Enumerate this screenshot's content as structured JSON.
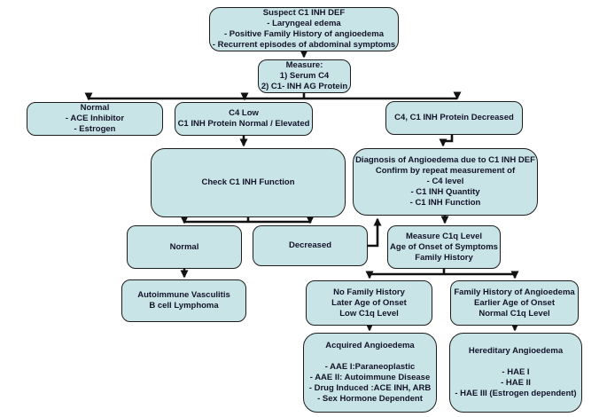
{
  "colors": {
    "node_fill": "#c9e4e6",
    "node_border": "#1c1c1c",
    "text": "#13132a",
    "connector": "#121212",
    "background": "#ffffff"
  },
  "nodes": {
    "suspect": {
      "lines": [
        "Suspect C1 INH DEF",
        "- Laryngeal edema",
        "- Positive Family History of angioedema",
        "- Recurrent episodes of abdominal symptoms"
      ]
    },
    "measure": {
      "lines": [
        "Measure:",
        "1) Serum C4",
        "2) C1- INH AG Protein"
      ]
    },
    "normal_cause": {
      "lines": [
        "Normal",
        "- ACE Inhibitor",
        "- Estrogen"
      ]
    },
    "c4_low": {
      "lines": [
        "C4 Low",
        "C1 INH Protein Normal / Elevated"
      ]
    },
    "c4_c1_decreased": {
      "lines": [
        "C4, C1 INH Protein Decreased"
      ]
    },
    "check_function": {
      "lines": [
        "Check C1 INH Function"
      ]
    },
    "diagnosis": {
      "lines": [
        "Diagnosis of Angioedema due to C1 INH DEF",
        "Confirm by repeat measurement of",
        "- C4 level",
        "- C1 INH Quantity",
        "- C1 INH Function"
      ]
    },
    "function_normal": {
      "lines": [
        "Normal"
      ]
    },
    "function_decreased": {
      "lines": [
        "Decreased"
      ]
    },
    "measure_c1q": {
      "lines": [
        "Measure C1q Level",
        "Age of Onset of Symptoms",
        "Family History"
      ]
    },
    "autoimmune": {
      "lines": [
        "Autoimmune Vasculitis",
        "B cell Lymphoma"
      ]
    },
    "no_family": {
      "lines": [
        "No Family History",
        "Later Age of Onset",
        "Low C1q Level"
      ]
    },
    "family": {
      "lines": [
        "Family History of Angioedema",
        "Earlier Age of Onset",
        "Normal C1q Level"
      ]
    },
    "acquired": {
      "lines": [
        "Acquired Angioedema",
        "",
        "- AAE I:Paraneoplastic",
        "- AAE II: Autoimmune Disease",
        "- Drug Induced :ACE INH, ARB",
        "- Sex Hormone Dependent"
      ]
    },
    "hereditary": {
      "lines": [
        "Hereditary Angioedema",
        "",
        "- HAE I",
        "- HAE II",
        "- HAE III (Estrogen dependent)"
      ]
    }
  }
}
